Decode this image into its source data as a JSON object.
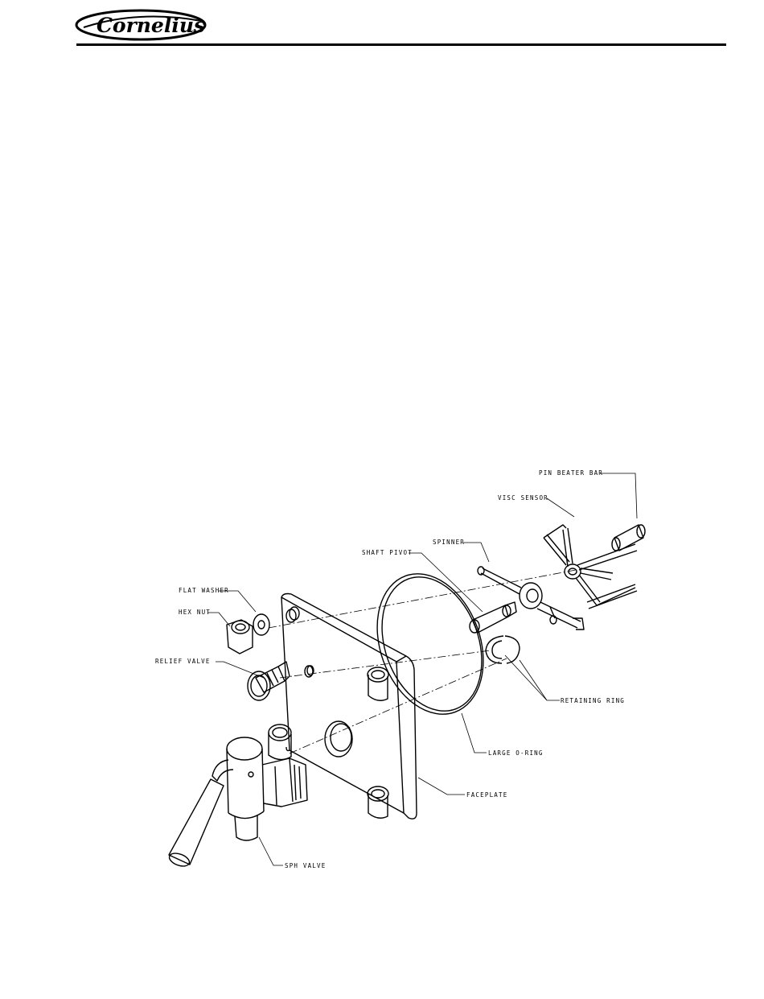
{
  "header": {
    "brand": "Cornelius",
    "registered_mark": "®"
  },
  "diagram": {
    "labels": {
      "pin_beater_bar": "PIN BEATER BAR",
      "visc_sensor": "VISC SENSOR",
      "spinner": "SPINNER",
      "shaft_pivot": "SHAFT PIVOT",
      "flat_washer": "FLAT WASHER",
      "hex_nut": "HEX NUT",
      "relief_valve": "RELIEF VALVE",
      "retaining_ring": "RETAINING RING",
      "large_o_ring": "LARGE O-RING",
      "faceplate": "FACEPLATE",
      "sph_valve": "SPH VALVE"
    }
  }
}
